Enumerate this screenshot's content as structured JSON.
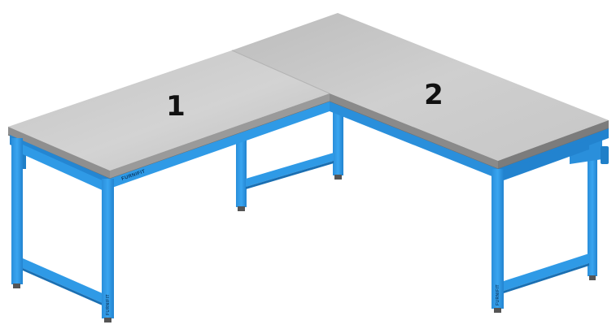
{
  "scene": {
    "subject": "L-shaped workbench",
    "colors": {
      "frame": "#2f9ae6",
      "frame_shadow": "#1f7fc8",
      "frame_dark": "#1a6fb2",
      "top_surface": "#c9c9c9",
      "top_surface_light": "#d6d6d6",
      "top_edge": "#8f8f8f",
      "top_edge_dark": "#6e6e6e",
      "feet": "#555555",
      "background": "#ffffff"
    }
  },
  "sections": [
    {
      "number": "1"
    },
    {
      "number": "2"
    }
  ],
  "brand": {
    "mark": "FURNIFIT"
  }
}
